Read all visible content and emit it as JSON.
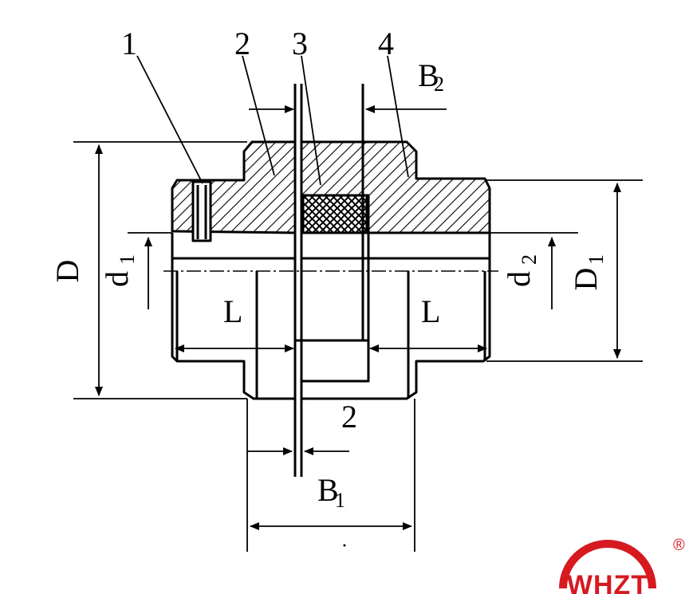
{
  "drawing": {
    "part_labels": [
      "1",
      "2",
      "3",
      "4"
    ],
    "dimensions": {
      "D": "D",
      "d1": "d",
      "d1_sub": "1",
      "d2": "d",
      "d2_sub": "2",
      "D1": "D",
      "D1_sub": "1",
      "L_left": "L",
      "L_right": "L",
      "B1": "B",
      "B1_sub": "1",
      "B2": "B",
      "B2_sub": "2",
      "gap": "2"
    }
  },
  "logo": {
    "text": "WHZT",
    "registered": "®",
    "color": "#d71920"
  }
}
